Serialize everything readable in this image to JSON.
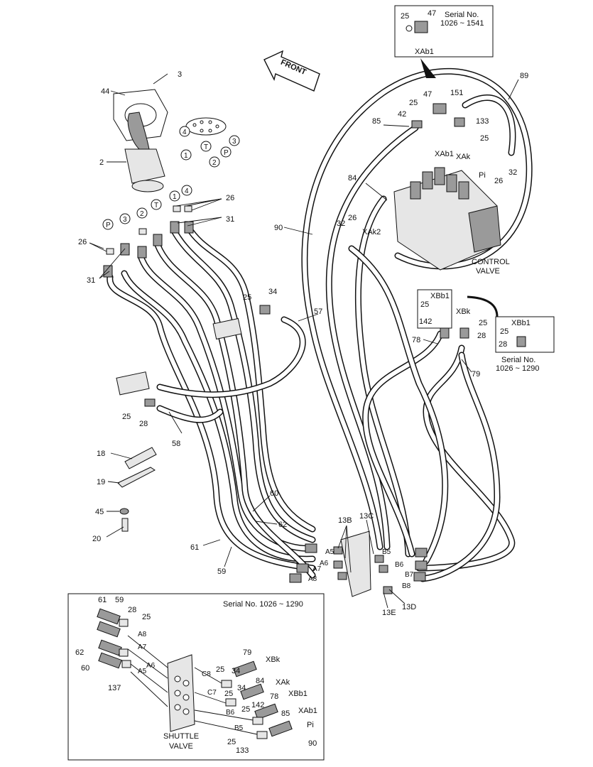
{
  "front_label": "FRONT",
  "control_valve": [
    "CONTROL",
    "VALVE"
  ],
  "shuttle_valve": [
    "SHUTTLE",
    "VALVE"
  ],
  "serial_boxes": {
    "top": [
      "Serial No.",
      "1026 ~ 1541"
    ],
    "right": [
      "Serial No.",
      "1026 ~ 1290"
    ],
    "inset": "Serial No. 1026 ~ 1290"
  },
  "ports": [
    "XAb1",
    "XAk",
    "XAk2",
    "XBb1",
    "XBk",
    "Pi",
    "A5",
    "A6",
    "A7",
    "A8",
    "B5",
    "B6",
    "B7",
    "B8",
    "C7",
    "C8"
  ],
  "circle_marks": [
    "1",
    "2",
    "3",
    "4",
    "T",
    "P"
  ],
  "part_numbers": [
    "2",
    "3",
    "18",
    "19",
    "20",
    "25",
    "26",
    "28",
    "31",
    "32",
    "34",
    "42",
    "44",
    "45",
    "47",
    "57",
    "58",
    "59",
    "60",
    "61",
    "62",
    "78",
    "79",
    "84",
    "85",
    "89",
    "90",
    "133",
    "137",
    "142",
    "151",
    "13B",
    "13C",
    "13D",
    "13E"
  ],
  "colors": {
    "line": "#111111",
    "fill_light": "#e6e6e6",
    "fill_dark": "#9a9a9a",
    "background": "#ffffff"
  }
}
